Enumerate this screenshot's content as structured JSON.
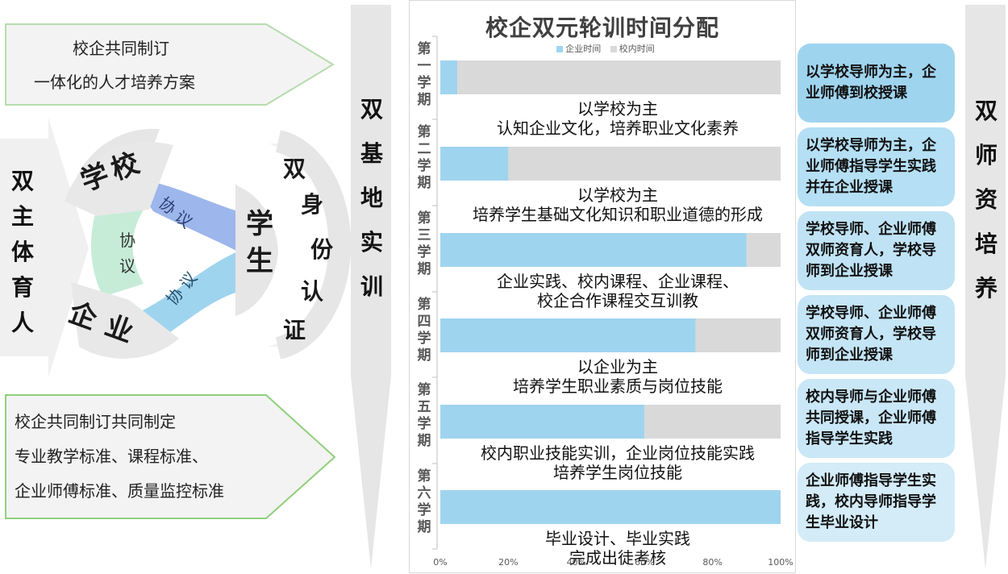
{
  "top_callout": {
    "line1": "校企共同制订",
    "line2": "一体化的人才培养方案"
  },
  "bottom_callout": {
    "line1": "校企共同制订共同制定",
    "line2": "专业教学标准、课程标准、",
    "line3": "企业师傅标准、质量监控标准"
  },
  "left_label": [
    "双",
    "主",
    "体",
    "育",
    "人"
  ],
  "cycle": {
    "school": "学校",
    "enterprise": "企业",
    "student": "学生",
    "agreement_green": "协议",
    "agreement_purple": "协议",
    "agreement_blue": "协议"
  },
  "identity_label": [
    "双",
    "身",
    "份",
    "认",
    "证"
  ],
  "base_label": [
    "双",
    "基",
    "地",
    "实",
    "训"
  ],
  "teacher_label": [
    "双",
    "师",
    "资",
    "培",
    "养"
  ],
  "chart_data": {
    "type": "bar",
    "orientation": "horizontal",
    "stacked": "percent",
    "title": "校企双元轮训时间分配",
    "legend": [
      "企业时间",
      "校内时间"
    ],
    "legend_placement": "top",
    "categories": [
      "第一学期",
      "第二学期",
      "第三学期",
      "第四学期",
      "第五学期",
      "第六学期"
    ],
    "series": [
      {
        "name": "企业时间",
        "values": [
          5,
          20,
          90,
          75,
          60,
          100
        ],
        "color": "#9fd4ef"
      },
      {
        "name": "校内时间",
        "values": [
          95,
          80,
          10,
          25,
          40,
          0
        ],
        "color": "#d9d9d9"
      }
    ],
    "x_ticks": [
      "0%",
      "20%",
      "40%",
      "60%",
      "80%",
      "100%"
    ],
    "xlim": [
      0,
      100
    ],
    "notes": [
      [
        "以学校为主",
        "认知企业文化，培养职业文化素养"
      ],
      [
        "以学校为主",
        "培养学生基础文化知识和职业道德的形成"
      ],
      [
        "企业实践、校内课程、企业课程、",
        "校企合作课程交互训教"
      ],
      [
        "以企业为主",
        "培养学生职业素质与岗位技能"
      ],
      [
        "校内职业技能实训，企业岗位技能实践",
        "培养学生岗位技能"
      ],
      [
        "毕业设计、毕业实践",
        "完成出徒考核"
      ]
    ]
  },
  "teacher_boxes": [
    "以学校导师为主，企业师傅到校授课",
    "以学校导师为主，企业师傅指导学生实践并在企业授课",
    "学校导师、企业师傅双师资育人，学校导师到企业授课",
    "学校导师、企业师傅双师资育人，学校导师到企业授课",
    "校内导师与企业师傅共同授课，企业师傅指导学生实践",
    "企业师傅指导学生实践，校内导师指导学生毕业设计"
  ]
}
